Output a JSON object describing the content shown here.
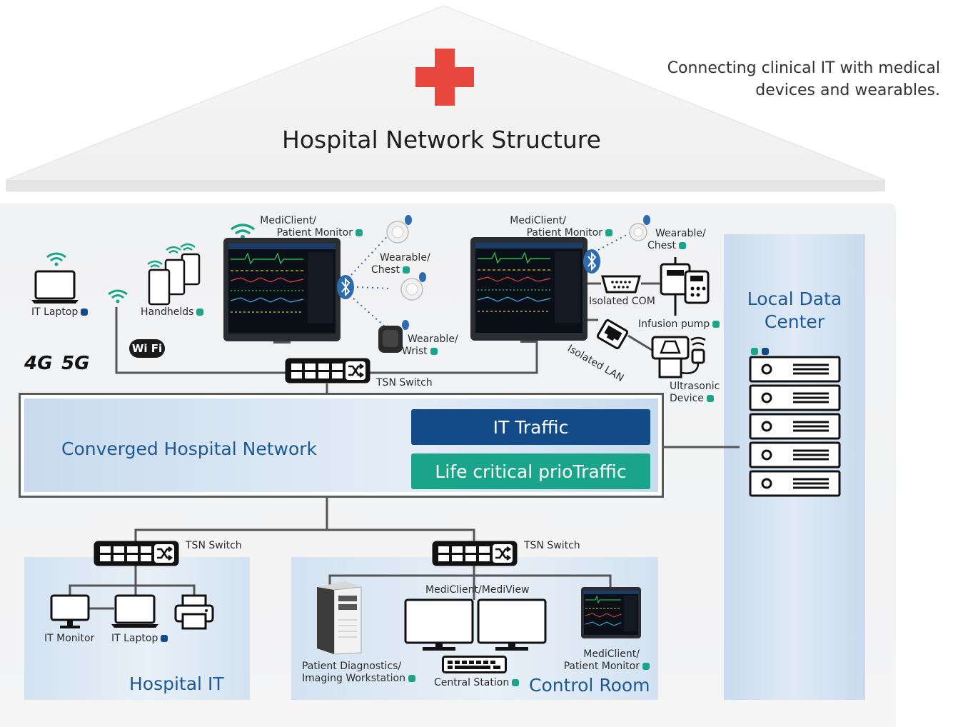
{
  "header": {
    "title": "Hospital Network Structure",
    "tagline_line1": "Connecting clinical IT with medical",
    "tagline_line2": "devices and wearables."
  },
  "colors": {
    "accent_blue": "#124b87",
    "accent_green": "#1aa58a",
    "title_blue": "#1d5a95",
    "cross_red": "#e8483d"
  },
  "zones": {
    "network": "Converged Hospital Network",
    "it_traffic": "IT Traffic",
    "prio_traffic": "Life critical prioTraffic",
    "data_center_line1": "Local Data",
    "data_center_line2": "Center",
    "hospital_it": "Hospital IT",
    "control_room": "Control Room"
  },
  "devices": {
    "it_laptop_top": "IT Laptop",
    "handhelds": "Handhelds",
    "wifi_badge": "Wi Fi",
    "net_4g": "4G",
    "net_5g": "5G",
    "monitor1_line1": "MediClient/",
    "monitor1_line2": "Patient Monitor",
    "monitor2_line1": "MediClient/",
    "monitor2_line2": "Patient Monitor",
    "wearable_chest1_line1": "Wearable/",
    "wearable_chest1_line2": "Chest",
    "wearable_wrist_line1": "Wearable/",
    "wearable_wrist_line2": "Wrist",
    "wearable_chest2_line1": "Wearable/",
    "wearable_chest2_line2": "Chest",
    "isolated_com": "Isolated COM",
    "isolated_lan": "Isolated LAN",
    "infusion_pump": "Infusion pump",
    "ultrasonic_line1": "Ultrasonic",
    "ultrasonic_line2": "Device",
    "tsn_switch_top": "TSN Switch",
    "tsn_switch_left": "TSN Switch",
    "tsn_switch_right": "TSN Switch",
    "it_monitor": "IT Monitor",
    "it_laptop_bottom": "IT Laptop",
    "mediview": "MediClient/MediView",
    "workstation_line1": "Patient Diagnostics/",
    "workstation_line2": "Imaging Workstation",
    "central_station": "Central Station",
    "cr_monitor_line1": "MediClient/",
    "cr_monitor_line2": "Patient Monitor"
  }
}
